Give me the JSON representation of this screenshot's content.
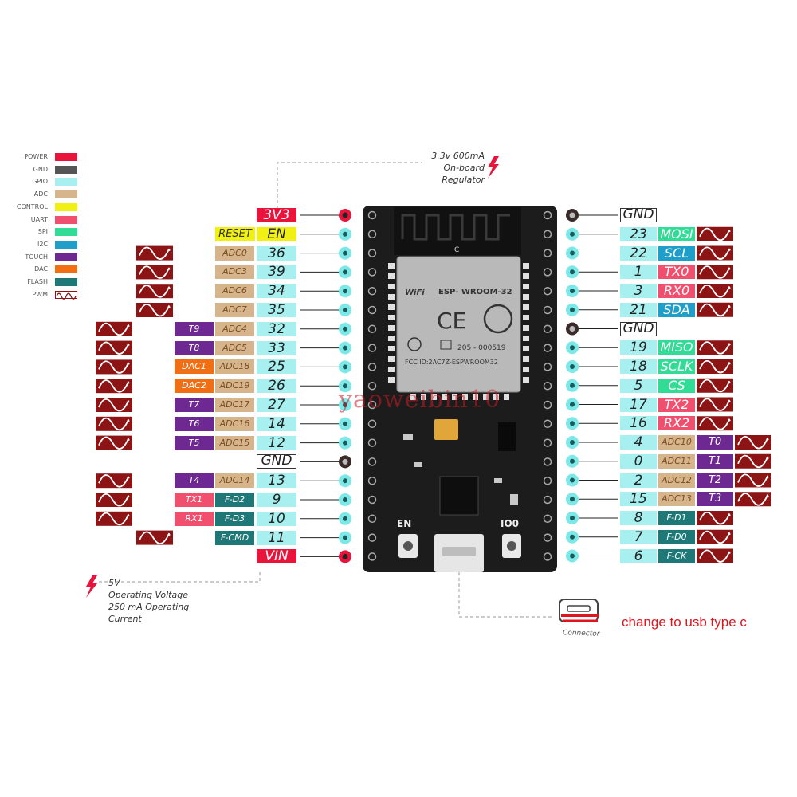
{
  "legend": [
    {
      "label": "POWER",
      "color": "#e8143c"
    },
    {
      "label": "GND",
      "color": "#555555"
    },
    {
      "label": "GPIO",
      "color": "#a8f0f0"
    },
    {
      "label": "ADC",
      "color": "#d6b48c"
    },
    {
      "label": "CONTROL",
      "color": "#f0f014"
    },
    {
      "label": "UART",
      "color": "#f0506e"
    },
    {
      "label": "SPI",
      "color": "#32dc96"
    },
    {
      "label": "I2C",
      "color": "#1e9ec8"
    },
    {
      "label": "TOUCH",
      "color": "#6e2891"
    },
    {
      "label": "DAC",
      "color": "#f06e14"
    },
    {
      "label": "FLASH",
      "color": "#1e7878"
    },
    {
      "label": "PWM",
      "color": "#8c1414"
    }
  ],
  "notes": {
    "regulator": [
      "3.3v 600mA",
      "On-board",
      "Regulator"
    ],
    "vin": [
      "5V",
      "Operating Voltage",
      "250 mA Operating",
      "Current"
    ],
    "connector_label": "Connector",
    "change_note": "change to usb type c",
    "watermark": "yaoweibin10"
  },
  "board": {
    "module_name": "ESP- WROOM-32",
    "cert_code": "205 - 000519",
    "fcc": "FCC ID:2AC7Z-ESPWROOM32",
    "ce": "CE",
    "wifi": "WiFi",
    "antenna_mark": "C",
    "en_label": "EN",
    "io0_label": "IO0"
  },
  "left_pins": [
    {
      "pin": "3V3",
      "type": "power",
      "fn": []
    },
    {
      "pin": "EN",
      "type": "control",
      "fn": [
        {
          "t": "RESET",
          "c": "control"
        }
      ]
    },
    {
      "pin": "36",
      "type": "gpio",
      "fn": [
        {
          "t": "ADC0",
          "c": "adc"
        },
        {
          "t": "",
          "c": "pwm"
        }
      ]
    },
    {
      "pin": "39",
      "type": "gpio",
      "fn": [
        {
          "t": "ADC3",
          "c": "adc"
        },
        {
          "t": "",
          "c": "pwm"
        }
      ]
    },
    {
      "pin": "34",
      "type": "gpio",
      "fn": [
        {
          "t": "ADC6",
          "c": "adc"
        },
        {
          "t": "",
          "c": "pwm"
        }
      ]
    },
    {
      "pin": "35",
      "type": "gpio",
      "fn": [
        {
          "t": "ADC7",
          "c": "adc"
        },
        {
          "t": "",
          "c": "pwm"
        }
      ]
    },
    {
      "pin": "32",
      "type": "gpio",
      "fn": [
        {
          "t": "ADC4",
          "c": "adc"
        },
        {
          "t": "T9",
          "c": "touch"
        },
        {
          "t": "",
          "c": "pwm"
        }
      ]
    },
    {
      "pin": "33",
      "type": "gpio",
      "fn": [
        {
          "t": "ADC5",
          "c": "adc"
        },
        {
          "t": "T8",
          "c": "touch"
        },
        {
          "t": "",
          "c": "pwm"
        }
      ]
    },
    {
      "pin": "25",
      "type": "gpio",
      "fn": [
        {
          "t": "ADC18",
          "c": "adc"
        },
        {
          "t": "DAC1",
          "c": "dac"
        },
        {
          "t": "",
          "c": "pwm"
        }
      ]
    },
    {
      "pin": "26",
      "type": "gpio",
      "fn": [
        {
          "t": "ADC19",
          "c": "adc"
        },
        {
          "t": "DAC2",
          "c": "dac"
        },
        {
          "t": "",
          "c": "pwm"
        }
      ]
    },
    {
      "pin": "27",
      "type": "gpio",
      "fn": [
        {
          "t": "ADC17",
          "c": "adc"
        },
        {
          "t": "T7",
          "c": "touch"
        },
        {
          "t": "",
          "c": "pwm"
        }
      ]
    },
    {
      "pin": "14",
      "type": "gpio",
      "fn": [
        {
          "t": "ADC16",
          "c": "adc"
        },
        {
          "t": "T6",
          "c": "touch"
        },
        {
          "t": "",
          "c": "pwm"
        }
      ]
    },
    {
      "pin": "12",
      "type": "gpio",
      "fn": [
        {
          "t": "ADC15",
          "c": "adc"
        },
        {
          "t": "T5",
          "c": "touch"
        },
        {
          "t": "",
          "c": "pwm"
        }
      ]
    },
    {
      "pin": "GND",
      "type": "gnd",
      "fn": []
    },
    {
      "pin": "13",
      "type": "gpio",
      "fn": [
        {
          "t": "ADC14",
          "c": "adc"
        },
        {
          "t": "T4",
          "c": "touch"
        },
        {
          "t": "",
          "c": "pwm"
        }
      ]
    },
    {
      "pin": "9",
      "type": "gpio",
      "fn": [
        {
          "t": "F-D2",
          "c": "flash"
        },
        {
          "t": "TX1",
          "c": "uart"
        },
        {
          "t": "",
          "c": "pwm"
        }
      ]
    },
    {
      "pin": "10",
      "type": "gpio",
      "fn": [
        {
          "t": "F-D3",
          "c": "flash"
        },
        {
          "t": "RX1",
          "c": "uart"
        },
        {
          "t": "",
          "c": "pwm"
        }
      ]
    },
    {
      "pin": "11",
      "type": "gpio",
      "fn": [
        {
          "t": "F-CMD",
          "c": "flash"
        },
        {
          "t": "",
          "c": "pwm"
        }
      ]
    },
    {
      "pin": "VIN",
      "type": "power",
      "fn": []
    }
  ],
  "right_pins": [
    {
      "pin": "GND",
      "type": "gnd",
      "fn": []
    },
    {
      "pin": "23",
      "type": "gpio",
      "fn": [
        {
          "t": "MOSI",
          "c": "spi"
        },
        {
          "t": "",
          "c": "pwm"
        }
      ]
    },
    {
      "pin": "22",
      "type": "gpio",
      "fn": [
        {
          "t": "SCL",
          "c": "i2c"
        },
        {
          "t": "",
          "c": "pwm"
        }
      ]
    },
    {
      "pin": "1",
      "type": "gpio",
      "fn": [
        {
          "t": "TX0",
          "c": "uart"
        },
        {
          "t": "",
          "c": "pwm"
        }
      ]
    },
    {
      "pin": "3",
      "type": "gpio",
      "fn": [
        {
          "t": "RX0",
          "c": "uart"
        },
        {
          "t": "",
          "c": "pwm"
        }
      ]
    },
    {
      "pin": "21",
      "type": "gpio",
      "fn": [
        {
          "t": "SDA",
          "c": "i2c"
        },
        {
          "t": "",
          "c": "pwm"
        }
      ]
    },
    {
      "pin": "GND",
      "type": "gnd",
      "fn": []
    },
    {
      "pin": "19",
      "type": "gpio",
      "fn": [
        {
          "t": "MISO",
          "c": "spi"
        },
        {
          "t": "",
          "c": "pwm"
        }
      ]
    },
    {
      "pin": "18",
      "type": "gpio",
      "fn": [
        {
          "t": "SCLK",
          "c": "spi"
        },
        {
          "t": "",
          "c": "pwm"
        }
      ]
    },
    {
      "pin": "5",
      "type": "gpio",
      "fn": [
        {
          "t": "CS",
          "c": "spi"
        },
        {
          "t": "",
          "c": "pwm"
        }
      ]
    },
    {
      "pin": "17",
      "type": "gpio",
      "fn": [
        {
          "t": "TX2",
          "c": "uart"
        },
        {
          "t": "",
          "c": "pwm"
        }
      ]
    },
    {
      "pin": "16",
      "type": "gpio",
      "fn": [
        {
          "t": "RX2",
          "c": "uart"
        },
        {
          "t": "",
          "c": "pwm"
        }
      ]
    },
    {
      "pin": "4",
      "type": "gpio",
      "fn": [
        {
          "t": "ADC10",
          "c": "adc"
        },
        {
          "t": "T0",
          "c": "touch"
        },
        {
          "t": "",
          "c": "pwm"
        }
      ]
    },
    {
      "pin": "0",
      "type": "gpio",
      "fn": [
        {
          "t": "ADC11",
          "c": "adc"
        },
        {
          "t": "T1",
          "c": "touch"
        },
        {
          "t": "",
          "c": "pwm"
        }
      ]
    },
    {
      "pin": "2",
      "type": "gpio",
      "fn": [
        {
          "t": "ADC12",
          "c": "adc"
        },
        {
          "t": "T2",
          "c": "touch"
        },
        {
          "t": "",
          "c": "pwm"
        }
      ]
    },
    {
      "pin": "15",
      "type": "gpio",
      "fn": [
        {
          "t": "ADC13",
          "c": "adc"
        },
        {
          "t": "T3",
          "c": "touch"
        },
        {
          "t": "",
          "c": "pwm"
        }
      ]
    },
    {
      "pin": "8",
      "type": "gpio",
      "fn": [
        {
          "t": "F-D1",
          "c": "flash"
        },
        {
          "t": "",
          "c": "pwm"
        }
      ]
    },
    {
      "pin": "7",
      "type": "gpio",
      "fn": [
        {
          "t": "F-D0",
          "c": "flash"
        },
        {
          "t": "",
          "c": "pwm"
        }
      ]
    },
    {
      "pin": "6",
      "type": "gpio",
      "fn": [
        {
          "t": "F-CK",
          "c": "flash"
        },
        {
          "t": "",
          "c": "pwm"
        }
      ]
    }
  ]
}
